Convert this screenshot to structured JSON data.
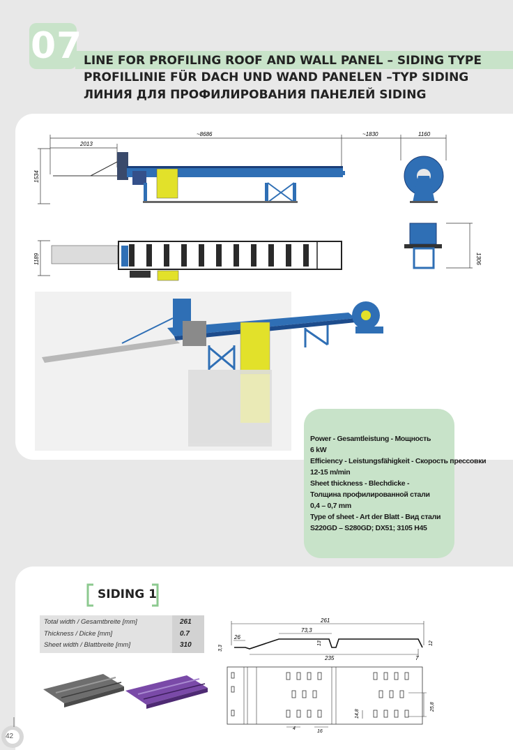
{
  "header": {
    "number": "07",
    "title_en": "LINE FOR PROFILING ROOF AND WALL PANEL – SIDING TYPE",
    "title_de": "PROFILLINIE FÜR DACH UND WAND PANELEN –TYP SIDING",
    "title_ru": "ЛИНИЯ ДЛЯ ПРОФИЛИРОВАНИЯ ПАНЕЛЕЙ SIDING"
  },
  "drawing": {
    "dim_total_length": "~8686",
    "dim_entry": "2013",
    "dim_decoiler_gap": "~1830",
    "dim_decoiler_width": "1160",
    "dim_height": "1534",
    "dim_width": "1189",
    "dim_decoiler_height": "1306"
  },
  "specs": [
    "Power - Gesamtleistung - Мощность",
    "6 kW",
    "Efficiency - Leistungsfähigkeit - Скорость прессовки",
    "12-15 m/min",
    "Sheet thickness - Blechdicke -",
    "Толщина профилированной стали",
    "0,4 – 0,7 mm",
    "Type of sheet - Art der Blatt - Вид стали",
    "S220GD – S280GD; DX51; 3105 H45"
  ],
  "siding": {
    "label": "SIDING 1",
    "rows": [
      {
        "label": "Total width / Gesamtbreite [mm]",
        "value": "261"
      },
      {
        "label": "Thickness / Dicke [mm]",
        "value": "0.7"
      },
      {
        "label": "Sheet width / Blattbreite [mm]",
        "value": "310"
      }
    ],
    "profile_dims": {
      "d261": "261",
      "d733": "73,3",
      "d26": "26",
      "d13": "13",
      "d33": "3,3",
      "d12": "12",
      "d235": "235",
      "d7": "7"
    },
    "pattern_dims": {
      "d4": "4",
      "d16": "16",
      "d148": "14,8",
      "d258": "25,8"
    }
  },
  "footer": {
    "page": "42"
  },
  "colors": {
    "accent_green": "#c8e3c9",
    "machine_blue": "#2f6fb5",
    "machine_yellow": "#e2e12a"
  }
}
